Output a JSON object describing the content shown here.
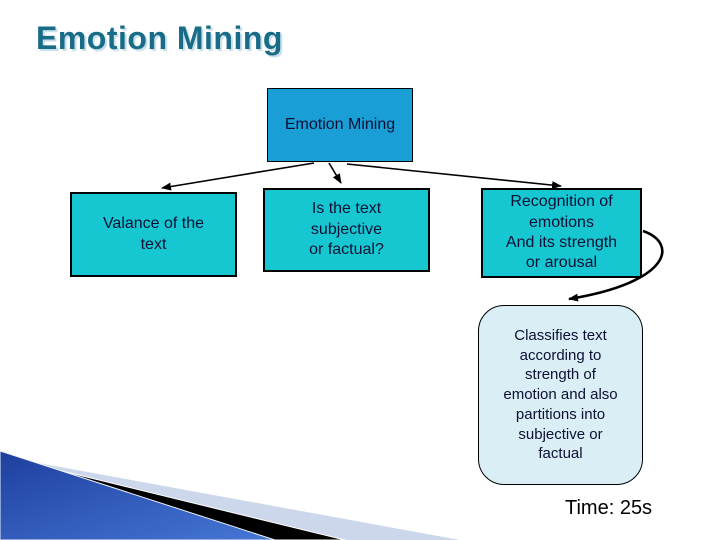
{
  "slide": {
    "title": "Emotion Mining",
    "time_label": "Time: 25s"
  },
  "diagram": {
    "root_label": "Emotion Mining",
    "branches": [
      {
        "label": "Valance of the\ntext"
      },
      {
        "label": "Is the text\nsubjective\nor factual?"
      },
      {
        "label": "Recognition of\nemotions\nAnd its strength\nor arousal"
      }
    ],
    "note_label": "Classifies text\naccording to\nstrength of\nemotion and also\npartitions into\nsubjective or\nfactual"
  },
  "connectors": {
    "root_to_branches": [
      "arrow-to-valance",
      "arrow-to-subjective",
      "arrow-to-recognition"
    ],
    "recognition_to_note": "curved-arrow"
  },
  "colors": {
    "title_text": "#186c88",
    "title_shadow": "#c6deea",
    "root_fill": "#199fd6",
    "branch_fill": "#16c7d2",
    "note_fill": "#daeef6",
    "node_text": "#0d1033",
    "arrow": "#000000",
    "footer_blue_dark": "#1e3f9e",
    "footer_blue_light": "#4677d6",
    "footer_black": "#000000",
    "footer_lavender": "#ccd7ec",
    "background": "#ffffff"
  }
}
